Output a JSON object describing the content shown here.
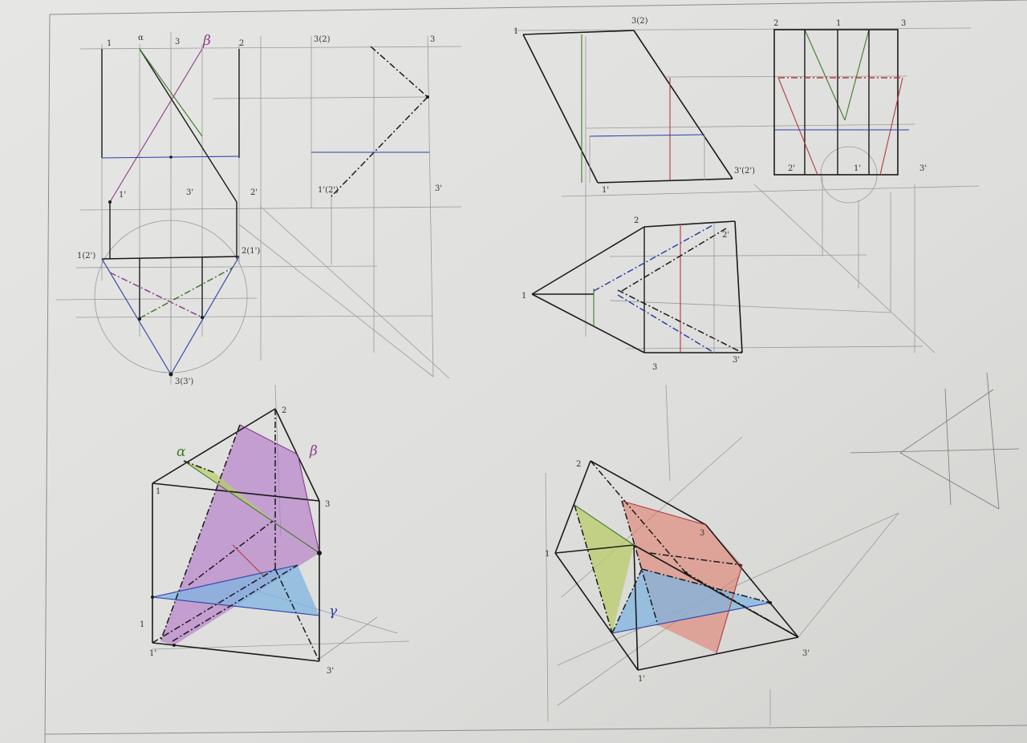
{
  "image_type": "photo of geometry drawing sheet",
  "colors": {
    "paper": "#e2e2e0",
    "ink": "#1a1a1a",
    "blue": "#2b3fa8",
    "green": "#3f7a2a",
    "purple": "#8a3d8a",
    "red": "#b23a3a",
    "fill_purple": "#b47bc8",
    "fill_green": "#b9cc6a",
    "fill_blue": "#7fb4e0",
    "fill_red": "#e07f6f"
  },
  "drawing_tl": {
    "labels": {
      "p1": "1",
      "p2": "2",
      "p3": "3",
      "alpha": "α",
      "beta": "β",
      "p1p": "1'",
      "p3p": "3'",
      "p2p": "2'",
      "p1pp": "1(2')",
      "p2pp": "2(1')",
      "p3pp": "3(3')"
    }
  },
  "drawing_tm": {
    "labels": {
      "p32": "3(2)",
      "p3": "3",
      "p12": "1'(2')",
      "p3p": "3'"
    }
  },
  "drawing_tr": {
    "labels": {
      "p1": "1",
      "p32": "3(2)",
      "p1p": "1'",
      "p3p2": "3'(2')",
      "p2": "2",
      "p2b": "2'",
      "p3": "3",
      "p3b": "3'",
      "s2": "2",
      "s1": "1",
      "s3": "3",
      "s2p": "2'",
      "s1p": "1'",
      "s3p": "3'"
    }
  },
  "drawing_bl": {
    "labels": {
      "p2": "2",
      "p1": "1",
      "p3": "3",
      "p1b": "1",
      "p1p": "1'",
      "p3p": "3'",
      "alpha": "α",
      "beta": "β",
      "gamma": "γ"
    }
  },
  "drawing_br": {
    "labels": {
      "p2": "2",
      "p1": "1",
      "p3": "3",
      "p1p": "1'",
      "p3p": "3'"
    }
  }
}
